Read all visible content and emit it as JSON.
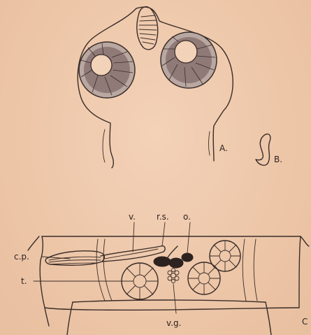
{
  "figures": {
    "a": {
      "letter": "A."
    },
    "b": {
      "letter": "B."
    },
    "c": {
      "letter": "C"
    }
  },
  "labels": {
    "cp": "c.p.",
    "v": "v.",
    "rs": "r.s.",
    "o": "o.",
    "t": "t.",
    "vg": "v.g."
  }
}
